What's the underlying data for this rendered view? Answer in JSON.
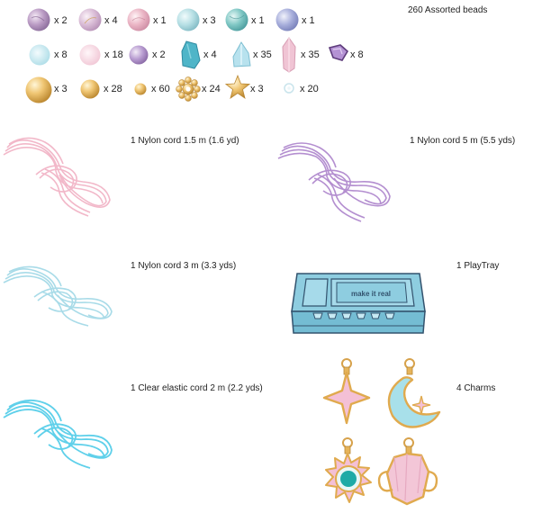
{
  "title": "260 Assorted beads",
  "bead_rows": [
    [
      {
        "icon": "marble-bead-purple-icon",
        "qty": "x 2"
      },
      {
        "icon": "marble-bead-lilac-icon",
        "qty": "x 4"
      },
      {
        "icon": "marble-bead-pink-icon",
        "qty": "x 1"
      },
      {
        "icon": "marble-bead-aqua-icon",
        "qty": "x 3"
      },
      {
        "icon": "marble-bead-teal-icon",
        "qty": "x 1"
      },
      {
        "icon": "marble-bead-periwinkle-icon",
        "qty": "x 1"
      }
    ],
    [
      {
        "icon": "frosted-bead-aqua-icon",
        "qty": "x 8"
      },
      {
        "icon": "frosted-bead-pink-icon",
        "qty": "x 18"
      },
      {
        "icon": "marble-bead-violet-icon",
        "qty": "x 2"
      },
      {
        "icon": "glass-chip-teal-icon",
        "qty": "x 4"
      },
      {
        "icon": "glass-chip-lightblue-icon",
        "qty": "x 35"
      },
      {
        "icon": "crystal-point-pink-icon",
        "qty": "x 35"
      },
      {
        "icon": "crystal-chip-purple-icon",
        "qty": "x 8"
      }
    ],
    [
      {
        "icon": "gold-bead-large-icon",
        "qty": "x 3"
      },
      {
        "icon": "gold-bead-medium-icon",
        "qty": "x 28"
      },
      {
        "icon": "gold-bead-small-icon",
        "qty": "x 60"
      },
      {
        "icon": "gold-flower-spacer-icon",
        "qty": "x 24"
      },
      {
        "icon": "gold-star-bead-icon",
        "qty": "x 3"
      },
      {
        "icon": "clear-seed-bead-icon",
        "qty": "x 20"
      }
    ]
  ],
  "items": [
    {
      "label": "1 Nylon cord 1.5 m (1.6 yd)",
      "icon": "pink-cord-icon"
    },
    {
      "label": "1 Nylon cord 5 m (5.5 yds)",
      "icon": "purple-cord-icon"
    },
    {
      "label": "1 Nylon cord 3 m (3.3 yds)",
      "icon": "light-blue-cord-icon"
    },
    {
      "label": "1 PlayTray",
      "icon": "play-tray-icon"
    },
    {
      "label": "1 Clear elastic cord 2 m (2.2 yds)",
      "icon": "clear-elastic-cord-icon"
    },
    {
      "label": "4 Charms",
      "icon": "charms-icon"
    }
  ],
  "tray_text": "make it real",
  "colors": {
    "pink_cord": "#f2b8c9",
    "purple_cord": "#b48fd0",
    "blue_cord": "#a8dbe8",
    "clear_cord": "#5fd0ea",
    "tray": "#8ecde0",
    "gold": "#e6b45a"
  }
}
